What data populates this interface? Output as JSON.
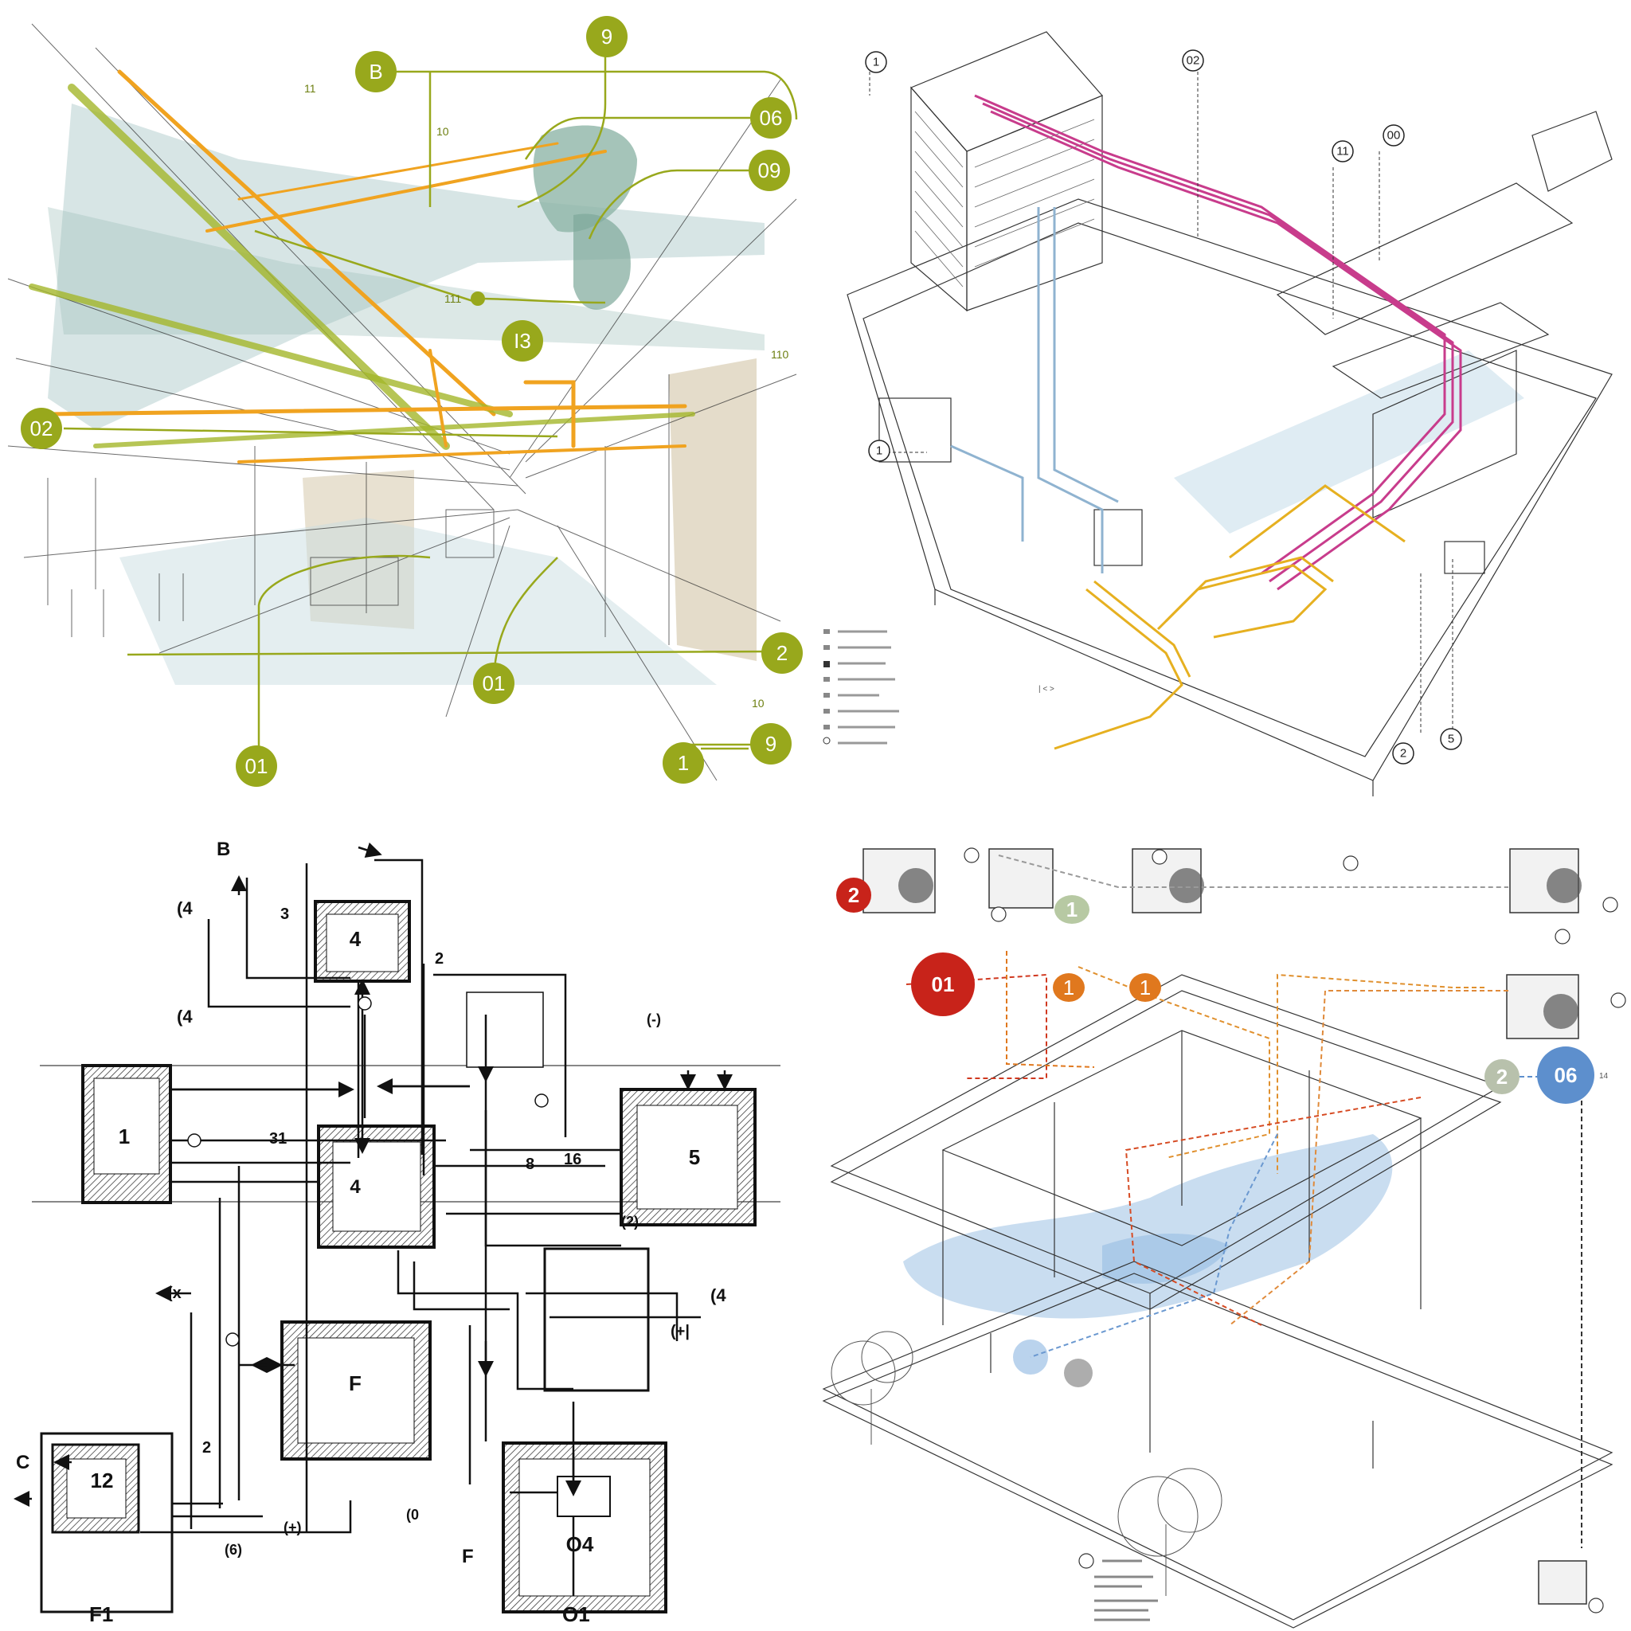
{
  "panels": {
    "perspective": {
      "callouts": [
        "B",
        "9",
        "06",
        "09",
        "I3",
        "02",
        "2",
        "01",
        "01",
        "1",
        "9"
      ],
      "small_labels": [
        "11",
        "10",
        "111",
        "110",
        "10"
      ]
    },
    "axonometric": {
      "callouts": [
        "1",
        "02",
        "11",
        "00",
        "1",
        "5",
        "2"
      ],
      "legend_bracket": "| < >"
    },
    "plan": {
      "rooms": [
        "4",
        "1",
        "5",
        "F",
        "12",
        "O4"
      ],
      "labels": {
        "b": "B",
        "l14a": "(4",
        "l14b": "(4",
        "l3": "3",
        "l2": "2",
        "ldash": "(-)",
        "l31": "31",
        "l8": "8",
        "l16": "16",
        "lp2": "(2)",
        "l4r": "(4",
        "lplus": "(+|",
        "lx": "(x",
        "l2b": "2",
        "lc": "C",
        "l6": "(6)",
        "lplus2": "(+)",
        "l0": "(0",
        "lf2": "F",
        "f1": "F1",
        "o1": "O1"
      }
    },
    "exploded": {
      "callouts": [
        "2",
        "01",
        "1",
        "1",
        "1",
        "2",
        "06"
      ],
      "side_label": "14"
    }
  }
}
